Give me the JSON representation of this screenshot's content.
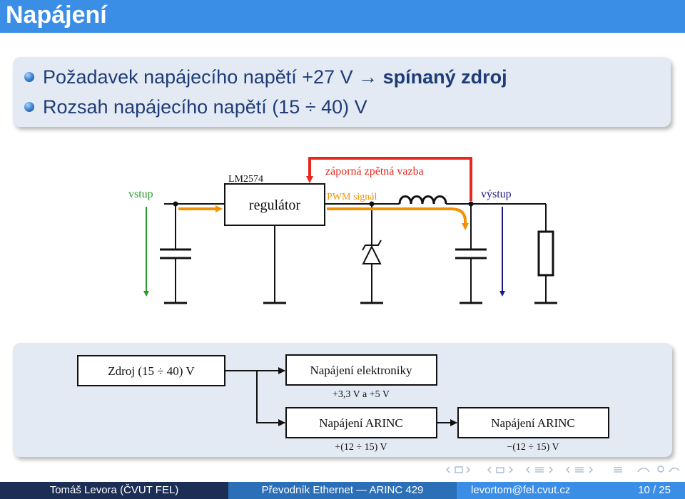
{
  "title": "Napájení",
  "bullets": {
    "item1_text": "Požadavek napájecího napětí +27 V → ",
    "item1_bold": "spínaný zdroj",
    "item2_text": "Rozsah napájecího napětí (15 ÷ 40) V"
  },
  "circuit": {
    "label_input": "vstup",
    "label_chip": "LM2574",
    "label_regulator": "regulátor",
    "label_feedback": "záporná zpětná vazba",
    "label_pwm": "PWM signál",
    "label_output": "výstup"
  },
  "power_diagram": {
    "source_box": "Zdroj (15 ÷ 40) V",
    "electronics_box": "Napájení elektroniky",
    "electronics_note": "+3,3 V a +5 V",
    "arinc_pos_box": "Napájení ARINC",
    "arinc_pos_note": "+(12 ÷ 15) V",
    "arinc_neg_box": "Napájení ARINC",
    "arinc_neg_note": "−(12 ÷ 15) V"
  },
  "footer": {
    "author": "Tomáš Levora (ČVUT FEL)",
    "talk_title": "Převodník Ethernet — ARINC 429",
    "email": "levortom@fel.cvut.cz",
    "page": "10 / 25"
  },
  "colors": {
    "title_bar": "#3a8ee6",
    "text_blue": "#1f3c78",
    "feedback_red": "#e8281f",
    "current_orange": "#f39200",
    "input_green": "#2a9a2a",
    "output_navy": "#1a1a80"
  }
}
